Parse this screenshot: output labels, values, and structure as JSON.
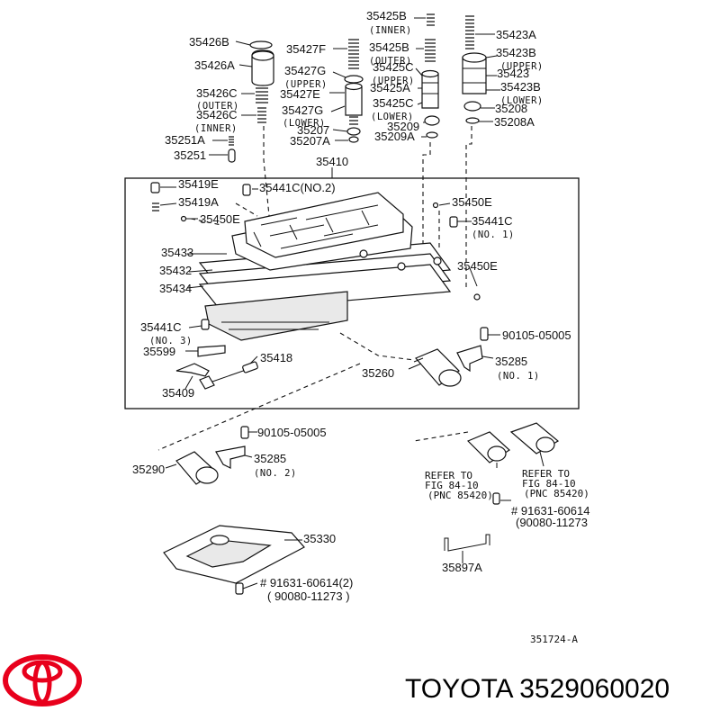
{
  "labels": {
    "l35425B_inner": "35425B",
    "l35425B_inner_sub": "(INNER)",
    "l35423A": "35423A",
    "l35426B": "35426B",
    "l35427F": "35427F",
    "l35425B_outer": "35425B",
    "l35425B_outer_sub": "(OUTER)",
    "l35423B_upper": "35423B",
    "l35423B_upper_sub": "(UPPER)",
    "l35426A": "35426A",
    "l35427G_upper": "35427G",
    "l35427G_upper_sub": "(UPPER)",
    "l35425C_upper": "35425C",
    "l35425C_upper_sub": "(UPPER)",
    "l35423": "35423",
    "l35427E": "35427E",
    "l35425A": "35425A",
    "l35423B_lower": "35423B",
    "l35423B_lower_sub": "(LOWER)",
    "l35426C_outer": "35426C",
    "l35426C_outer_sub": "(OUTER)",
    "l35427G_lower": "35427G",
    "l35427G_lower_sub": "(LOWER)",
    "l35425C_lower": "35425C",
    "l35425C_lower_sub": "(LOWER)",
    "l35208": "35208",
    "l35426C_inner": "35426C",
    "l35426C_inner_sub": "(INNER)",
    "l35207": "35207",
    "l35209": "35209",
    "l35208A": "35208A",
    "l35251A": "35251A",
    "l35207A": "35207A",
    "l35209A": "35209A",
    "l35251": "35251",
    "l35410": "35410",
    "l35419E": "35419E",
    "l35441C_no2": "35441C(NO.2)",
    "l35419A": "35419A",
    "l35450E_a": "35450E",
    "l35450E_b": "35450E",
    "l35441C_no1": "35441C",
    "l35441C_no1_sub": "(NO. 1)",
    "l35433": "35433",
    "l35450E_c": "35450E",
    "l35432": "35432",
    "l35434": "35434",
    "l35441C_no3": "35441C",
    "l35441C_no3_sub": "(NO. 3)",
    "l90105_a": "90105-05005",
    "l35599": "35599",
    "l35418": "35418",
    "l35285_no1": "35285",
    "l35285_no1_sub": "(NO. 1)",
    "l35260": "35260",
    "l35409": "35409",
    "l90105_b": "90105-05005",
    "l35285_no2": "35285",
    "l35285_no2_sub": "(NO. 2)",
    "l35290": "35290",
    "refer_a_1": "REFER TO",
    "refer_a_2": "FIG 84-10",
    "refer_a_3": "(PNC 85420)",
    "refer_b_1": "REFER TO",
    "refer_b_2": "FIG 84-10",
    "refer_b_3": "(PNC 85420)",
    "l91631_a": "# 91631-60614",
    "l90080_a": "(90080-11273",
    "l35330": "35330",
    "l35897A": "35897A",
    "l91631_b": "# 91631-60614(2)",
    "l90080_b": "( 90080-11273 )",
    "fig_code": "351724-A"
  },
  "brand": {
    "caption": "TOYOTA 3529060020",
    "logo_color": "#e8001c"
  }
}
